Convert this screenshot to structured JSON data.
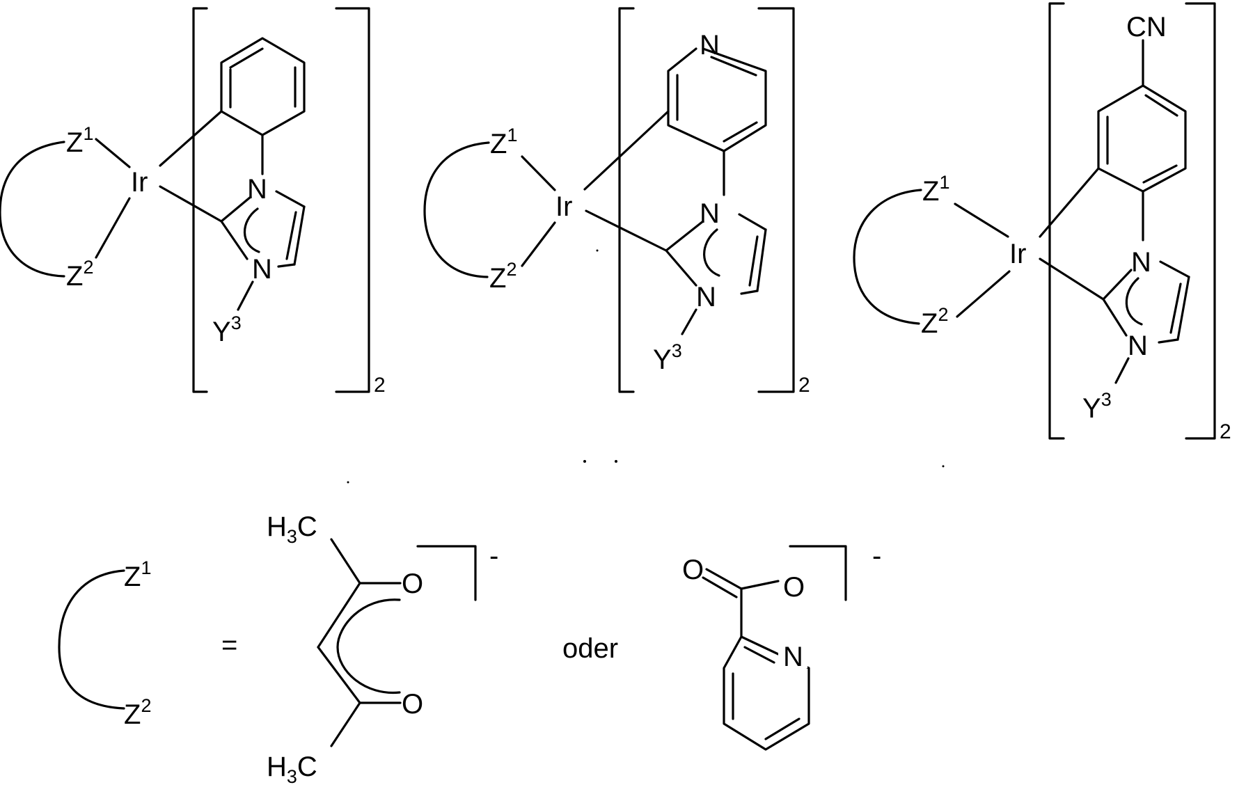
{
  "complexes": [
    {
      "ir": "Ir",
      "z1": "Z",
      "z1_sup": "1",
      "z2": "Z",
      "z2_sup": "2",
      "y3": "Y",
      "y3_sup": "3",
      "n_upper": "N",
      "n_lower": "N",
      "count": "2"
    },
    {
      "ir": "Ir",
      "z1": "Z",
      "z1_sup": "1",
      "z2": "Z",
      "z2_sup": "2",
      "y3": "Y",
      "y3_sup": "3",
      "n_upper": "N",
      "n_lower": "N",
      "n_ring": "N",
      "count": "2"
    },
    {
      "ir": "Ir",
      "z1": "Z",
      "z1_sup": "1",
      "z2": "Z",
      "z2_sup": "2",
      "y3": "Y",
      "y3_sup": "3",
      "n_upper": "N",
      "n_lower": "N",
      "substituent": "CN",
      "count": "2"
    }
  ],
  "definition": {
    "z1": "Z",
    "z1_sup": "1",
    "z2": "Z",
    "z2_sup": "2",
    "equals": "=",
    "acac": {
      "methyl_top": "H",
      "methyl_top_sub": "3",
      "methyl_top_c": "C",
      "methyl_bottom": "H",
      "methyl_bottom_sub": "3",
      "methyl_bottom_c": "C",
      "o_top": "O",
      "o_bottom": "O",
      "charge": "-"
    },
    "connector": "oder",
    "pic": {
      "o_carbonyl": "O",
      "o_anion": "O",
      "n": "N",
      "charge": "-"
    }
  }
}
